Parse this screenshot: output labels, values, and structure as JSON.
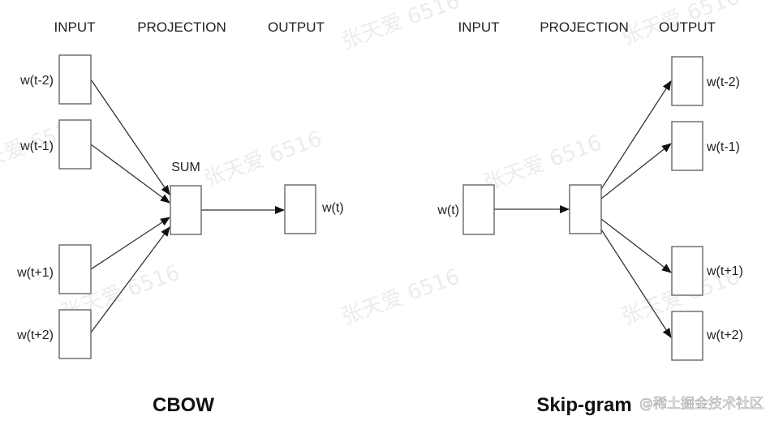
{
  "watermark": "张天爱 6516",
  "brand": "@稀土掘金技术社区",
  "cbow": {
    "headers": {
      "input": "INPUT",
      "projection": "PROJECTION",
      "output": "OUTPUT"
    },
    "inputs": [
      "w(t-2)",
      "w(t-1)",
      "w(t+1)",
      "w(t+2)"
    ],
    "sum": "SUM",
    "output": "w(t)",
    "title": "CBOW"
  },
  "skipgram": {
    "headers": {
      "input": "INPUT",
      "projection": "PROJECTION",
      "output": "OUTPUT"
    },
    "input": "w(t)",
    "outputs": [
      "w(t-2)",
      "w(t-1)",
      "w(t+1)",
      "w(t+2)"
    ],
    "title": "Skip-gram"
  }
}
